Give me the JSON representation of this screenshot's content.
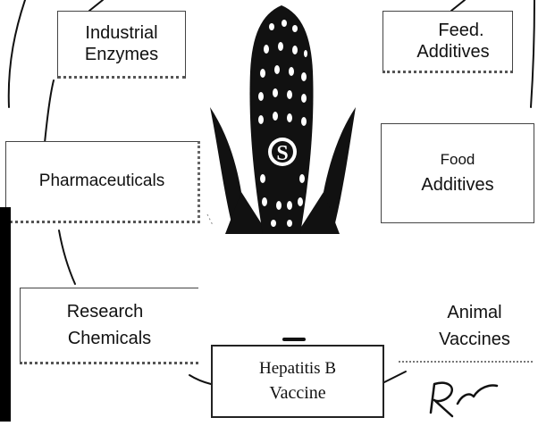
{
  "nodes": {
    "industrial_enzymes": [
      "Industrial",
      "Enzymes"
    ],
    "feed_additives": [
      "Feed.",
      "Additives"
    ],
    "pharmaceuticals": [
      "Pharmaceuticals"
    ],
    "food_additives": [
      "Food",
      "Additives"
    ],
    "research_chemicals": [
      "Research",
      "Chemicals"
    ],
    "animal_vaccines": [
      "Animal",
      "Vaccines"
    ],
    "hepatitis_b_vaccine": [
      "Hepatitis B",
      "Vaccine"
    ]
  },
  "logo": {
    "description": "corn-cob",
    "monogram": "S"
  },
  "annotation": {
    "handwriting": "Rr"
  },
  "colors": {
    "ink": "#111111",
    "background": "#ffffff"
  }
}
